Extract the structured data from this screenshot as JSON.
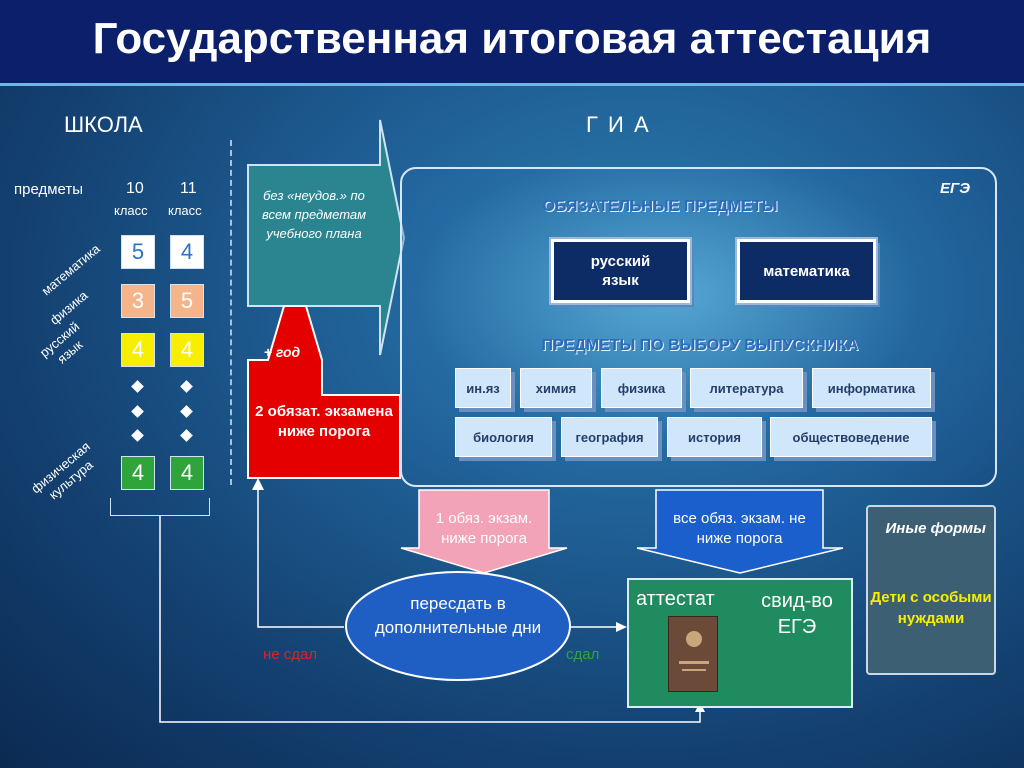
{
  "title": "Государственная итоговая аттестация",
  "school": {
    "heading": "ШКОЛА",
    "subjects_label": "предметы",
    "grade10": "10",
    "grade11": "11",
    "class_label": "класс",
    "subjects": [
      {
        "name": "математика",
        "g10": "5",
        "g11": "4"
      },
      {
        "name": "физика",
        "g10": "3",
        "g11": "5"
      },
      {
        "name": "русский язык",
        "g10": "4",
        "g11": "4"
      },
      {
        "name": "физическая культура",
        "g10": "4",
        "g11": "4"
      }
    ],
    "russian_line1": "русский",
    "russian_line2": "язык",
    "pe_line1": "физическая",
    "pe_line2": "культура"
  },
  "gia": {
    "heading": "Г И А",
    "no_fails": "без «неудов.» по всем предметам учебного плана",
    "plus_year": "+ год",
    "two_fail": "2 обязат. экзамена ниже порога",
    "ege": {
      "label": "ЕГЭ",
      "required_title": "ОБЯЗАТЕЛЬНЫЕ ПРЕДМЕТЫ",
      "required": [
        "русский язык",
        "математика"
      ],
      "russian_line1": "русский",
      "russian_line2": "язык",
      "optional_title": "ПРЕДМЕТЫ ПО ВЫБОРУ ВЫПУСКНИКА",
      "optional_row1": [
        "ин.яз",
        "химия",
        "физика",
        "литература",
        "информатика"
      ],
      "optional_row2": [
        "биология",
        "география",
        "история",
        "обществоведение"
      ]
    },
    "one_fail": "1 обяз. экзам. ниже порога",
    "all_pass": "все обяз. экзам. не ниже порога",
    "retake": "пересдать в дополнительные дни",
    "not_passed": "не сдал",
    "passed": "сдал",
    "attestat": "аттестат",
    "ege_cert_line1": "свид-во",
    "ege_cert_line2": "ЕГЭ",
    "other_forms": "Иные формы",
    "special_needs": "Дети с особыми нуждами"
  },
  "colors": {
    "title_bar": "#0b1f6b",
    "red": "#e50000",
    "green_grade": "#2fa43b",
    "yellow_grade": "#f7ee00",
    "peach_grade": "#f6b48a",
    "cert_green": "#1f8b5e",
    "required_navy": "#0d2c66",
    "optional_light": "#cfe6fb"
  }
}
